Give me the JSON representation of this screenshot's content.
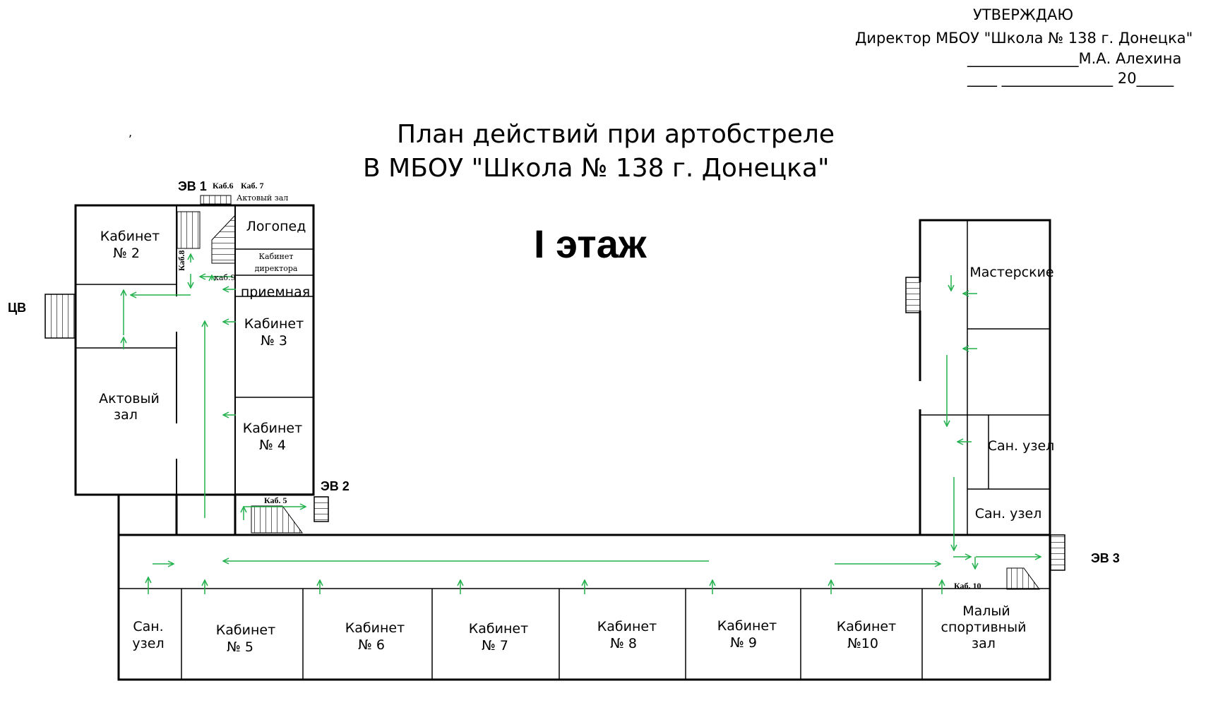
{
  "approval": {
    "heading": "УТВЕРЖДАЮ",
    "line1": "Директор   МБОУ \"Школа № 138 г. Донецка\"",
    "line2": "_______________М.А. Алехина",
    "line3": "____ _______________ 20_____"
  },
  "title": {
    "line1": "План действий при артобстреле",
    "line2": "В    МБОУ \"Школа № 138 г. Донецка\""
  },
  "floor_label": "I этаж",
  "stray_mark": ",",
  "exits": {
    "ev1": "ЭВ 1",
    "ev2": "ЭВ 2",
    "ev3": "ЭВ 3",
    "cv": "ЦВ"
  },
  "stair_labels": {
    "kab6": "Каб.6",
    "kab7": "Каб. 7",
    "akt_small": "Актовый зал",
    "kab8": "Каб.8",
    "kab9": "каб.9",
    "kab5": "Каб. 5",
    "kab10": "Каб. 10"
  },
  "rooms": {
    "kab2_a": "Кабинет",
    "kab2_b": "№ 2",
    "logoped": "Логопед",
    "director_a": "Кабинет",
    "director_b": "директора",
    "priemnaya": "приемная",
    "kab3_a": "Кабинет",
    "kab3_b": "№ 3",
    "akt_a": "Актовый",
    "akt_b": "зал",
    "kab4_a": "Кабинет",
    "kab4_b": "№ 4",
    "masterskie": "Мастерские",
    "san1": "Сан. узел",
    "san2": "Сан. узел",
    "san3_a": "Сан.",
    "san3_b": "узел",
    "kab5_a": "Кабинет",
    "kab5_b": "№ 5",
    "kab6_a": "Кабинет",
    "kab6_b": "№ 6",
    "kab7_a": "Кабинет",
    "kab7_b": "№ 7",
    "kab8_a": "Кабинет",
    "kab8_b": "№ 8",
    "kab9_a": "Кабинет",
    "kab9_b": "№ 9",
    "kab10_a": "Кабинет",
    "kab10_b": "№10",
    "gym_a": "Малый",
    "gym_b": "спортивный",
    "gym_c": "зал"
  },
  "colors": {
    "wall": "#000000",
    "arrow": "#22b14c"
  }
}
